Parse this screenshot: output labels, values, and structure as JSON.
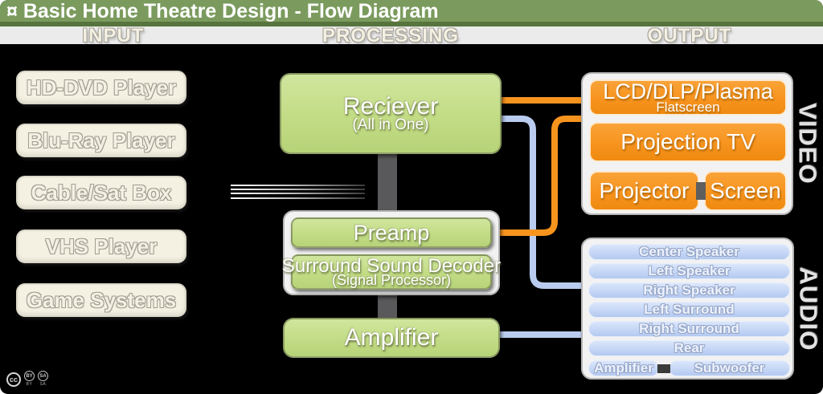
{
  "title": "¤ Basic Home Theatre Design - Flow Diagram",
  "columns": {
    "input": "INPUT",
    "processing": "PROCESSING",
    "output": "OUTPUT"
  },
  "inputs": [
    "HD-DVD Player",
    "Blu-Ray Player",
    "Cable/Sat Box",
    "VHS Player",
    "Game Systems"
  ],
  "processing": {
    "receiver_title": "Reciever",
    "receiver_subtitle": "(All in One)",
    "preamp": "Preamp",
    "decoder_title": "Surround Sound Decoder",
    "decoder_subtitle": "(Signal Processor)",
    "amplifier": "Amplifier"
  },
  "video": {
    "section_label": "VIDEO",
    "flatscreen_title": "LCD/DLP/Plasma",
    "flatscreen_subtitle": "Flatscreen",
    "projection_tv": "Projection TV",
    "projector": "Projector",
    "screen": "Screen"
  },
  "audio": {
    "section_label": "AUDIO",
    "speakers": [
      "Center Speaker",
      "Left Speaker",
      "Right Speaker",
      "Left Surround",
      "Right Surround",
      "Rear"
    ],
    "amplifier": "Amplifier",
    "subwoofer": "Subwoofer"
  },
  "license": {
    "cc": "cc",
    "by": "BY",
    "sa": "SA"
  },
  "colors": {
    "titlebar_green": "#7B9B5E",
    "titlebar_strip": "#57743E",
    "header_band_gray": "#EBEBEB",
    "body_black": "#000000",
    "input_cream": "#F4F1E3",
    "process_green": "#C2DC85",
    "container_gray": "#F2F2F2",
    "video_orange": "#F7941E",
    "audio_blue": "#C3D5F5",
    "connector_orange": "#F7941E",
    "connector_blue": "#B9CCEF",
    "connector_gray": "#59595B"
  }
}
